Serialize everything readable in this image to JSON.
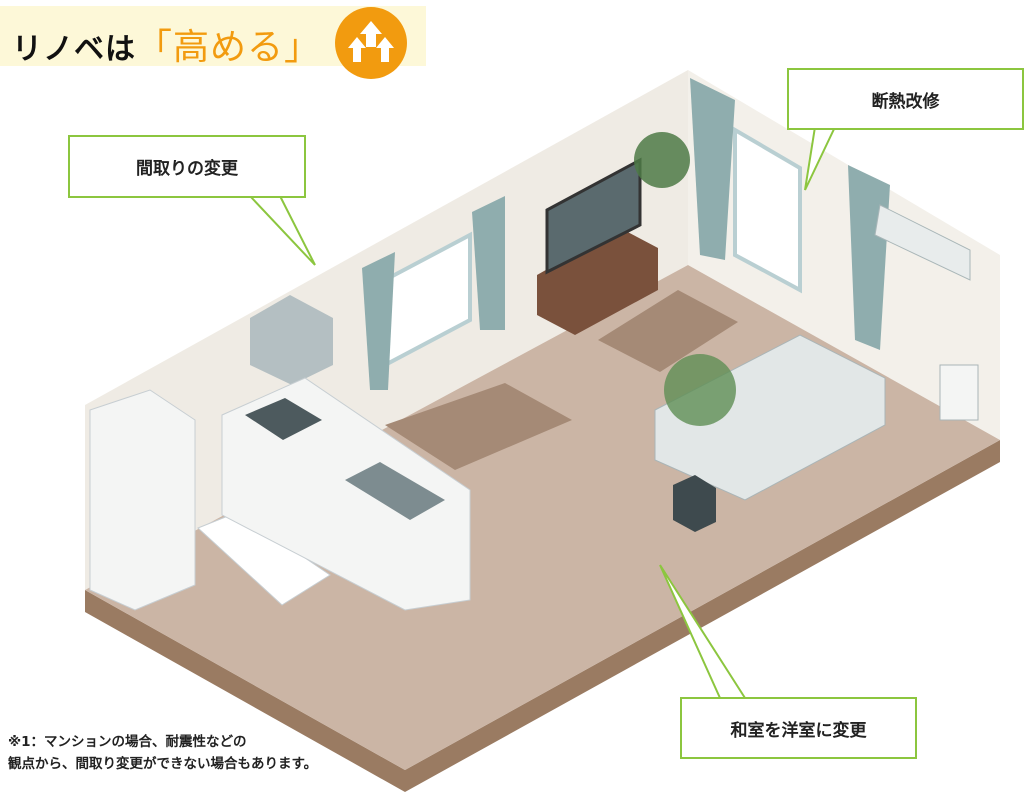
{
  "banner": {
    "prefix": "リノベは",
    "accent": "「高める」",
    "icon": "arrows-up-icon"
  },
  "callouts": {
    "layout_change": "間取りの変更",
    "insulation": "断熱改修",
    "japanese_to_western": "和室を洋室に変更"
  },
  "note": {
    "line1": "※1：マンションの場合、耐震性などの",
    "line2": "観点から、間取り変更ができない場合もあります。"
  },
  "colors": {
    "accent": "#f29b0f",
    "callout_border": "#8cc63f",
    "floor": "#cbb5a5",
    "wall": "#efebe4",
    "base": "#9a7b62"
  }
}
